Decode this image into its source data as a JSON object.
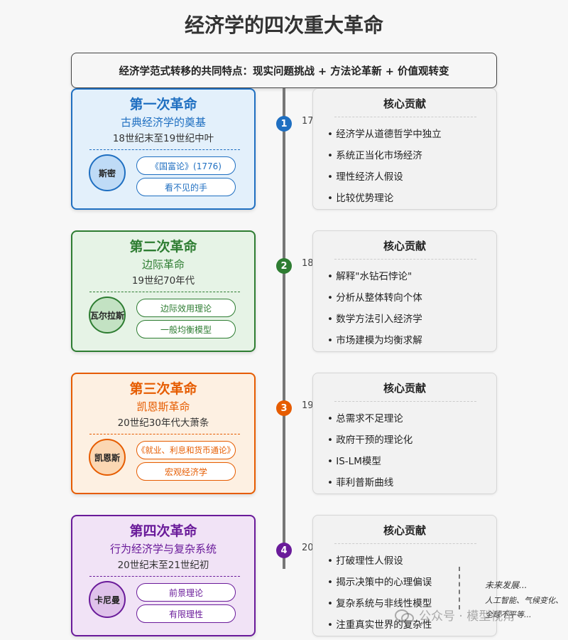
{
  "title": "经济学的四次重大革命",
  "banner": "经济学范式转移的共同特点：现实问题挑战 + 方法论革新 + 价值观转变",
  "revolutions": [
    {
      "title": "第一次革命",
      "subtitle": "古典经济学的奠基",
      "period": "18世纪末至19世纪中叶",
      "person": "斯密",
      "works": [
        "《国富论》(1776)",
        "看不见的手"
      ],
      "node": "1",
      "year": "17",
      "contrib_head": "核心贡献",
      "contributions": [
        "• 经济学从道德哲学中独立",
        "• 系统正当化市场经济",
        "• 理性经济人假设",
        "• 比较优势理论"
      ],
      "color": "#1f6fc1"
    },
    {
      "title": "第二次革命",
      "subtitle": "边际革命",
      "period": "19世纪70年代",
      "person": "瓦尔拉斯",
      "works": [
        "边际效用理论",
        "一般均衡模型"
      ],
      "node": "2",
      "year": "18",
      "contrib_head": "核心贡献",
      "contributions": [
        "• 解释\"水钻石悖论\"",
        "• 分析从整体转向个体",
        "• 数学方法引入经济学",
        "• 市场建模为均衡求解"
      ],
      "color": "#2e7d32"
    },
    {
      "title": "第三次革命",
      "subtitle": "凯恩斯革命",
      "period": "20世纪30年代大萧条",
      "person": "凯恩斯",
      "works": [
        "《就业、利息和货币通论》",
        "宏观经济学"
      ],
      "node": "3",
      "year": "19",
      "contrib_head": "核心贡献",
      "contributions": [
        "• 总需求不足理论",
        "• 政府干预的理论化",
        "• IS-LM模型",
        "• 菲利普斯曲线"
      ],
      "color": "#e65c00"
    },
    {
      "title": "第四次革命",
      "subtitle": "行为经济学与复杂系统",
      "period": "20世纪末至21世纪初",
      "person": "卡尼曼",
      "works": [
        "前景理论",
        "有限理性"
      ],
      "node": "4",
      "year": "20",
      "contrib_head": "核心贡献",
      "contributions": [
        "• 打破理性人假设",
        "• 揭示决策中的心理偏误",
        "• 复杂系统与非线性模型",
        "• 注重真实世界的复杂性"
      ],
      "color": "#6a1b9a"
    }
  ],
  "future": {
    "title": "未来发展...",
    "text": "人工智能、气候变化、全球不平等..."
  },
  "watermark": "公众号 · 模型视角"
}
